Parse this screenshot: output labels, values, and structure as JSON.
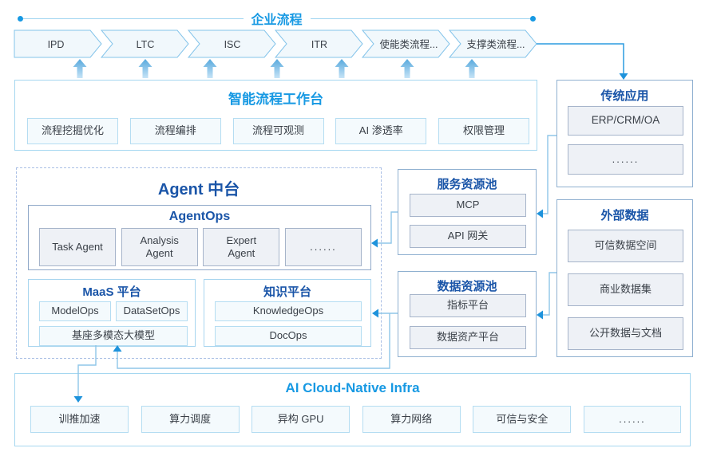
{
  "colors": {
    "accent_azure": "#1799e3",
    "accent_navy": "#1a55a8",
    "connector_blue": "#2b9be0",
    "light_border": "#a5d7f0",
    "slate_border": "#8fb0d0"
  },
  "enterprise_process": {
    "label": "企业流程",
    "stages": [
      "IPD",
      "LTC",
      "ISC",
      "ITR",
      "使能类流程...",
      "支撑类流程..."
    ]
  },
  "workbench": {
    "title": "智能流程工作台",
    "items": [
      "流程挖掘优化",
      "流程编排",
      "流程可观测",
      "AI 渗透率",
      "权限管理"
    ]
  },
  "legacy_apps": {
    "title": "传统应用",
    "items": [
      "ERP/CRM/OA",
      "......"
    ]
  },
  "agent_platform": {
    "title": "Agent 中台",
    "agentops": {
      "title": "AgentOps",
      "items": [
        "Task Agent",
        "Analysis Agent",
        "Expert Agent",
        "......"
      ]
    },
    "maas": {
      "title": "MaaS 平台",
      "row_items": [
        "ModelOps",
        "DataSetOps"
      ],
      "wide_item": "基座多模态大模型"
    },
    "knowledge": {
      "title": "知识平台",
      "items": [
        "KnowledgeOps",
        "DocOps"
      ]
    }
  },
  "service_pool": {
    "title": "服务资源池",
    "items": [
      "MCP",
      "API 网关"
    ]
  },
  "data_pool": {
    "title": "数据资源池",
    "items": [
      "指标平台",
      "数据资产平台"
    ]
  },
  "external_data": {
    "title": "外部数据",
    "items": [
      "可信数据空间",
      "商业数据集",
      "公开数据与文档"
    ]
  },
  "infra": {
    "title": "AI Cloud-Native Infra",
    "items": [
      "训推加速",
      "算力调度",
      "异构 GPU",
      "算力网络",
      "可信与安全",
      "......"
    ]
  }
}
